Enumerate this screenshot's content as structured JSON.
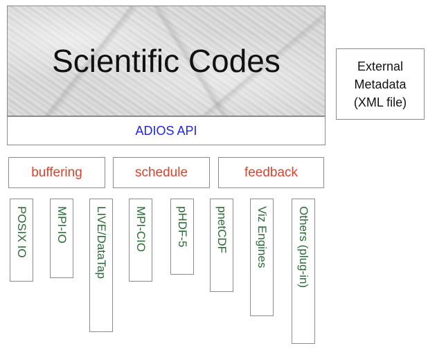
{
  "top": {
    "title": "Scientific Codes",
    "api": "ADIOS API"
  },
  "external": {
    "label": "External\nMetadata\n(XML file)"
  },
  "services": [
    "buffering",
    "schedule",
    "feedback"
  ],
  "transports": [
    "POSIX IO",
    "MPI-IO",
    "LIVE/DataTap",
    "MPI-CIO",
    "pHDF-5",
    "pnetCDF",
    "Viz Engines",
    "Others (plug-in)"
  ],
  "colors": {
    "api": "#1f26e0",
    "services": "#e0402a",
    "transports": "#2a6a35",
    "border": "#8a8a8a"
  }
}
